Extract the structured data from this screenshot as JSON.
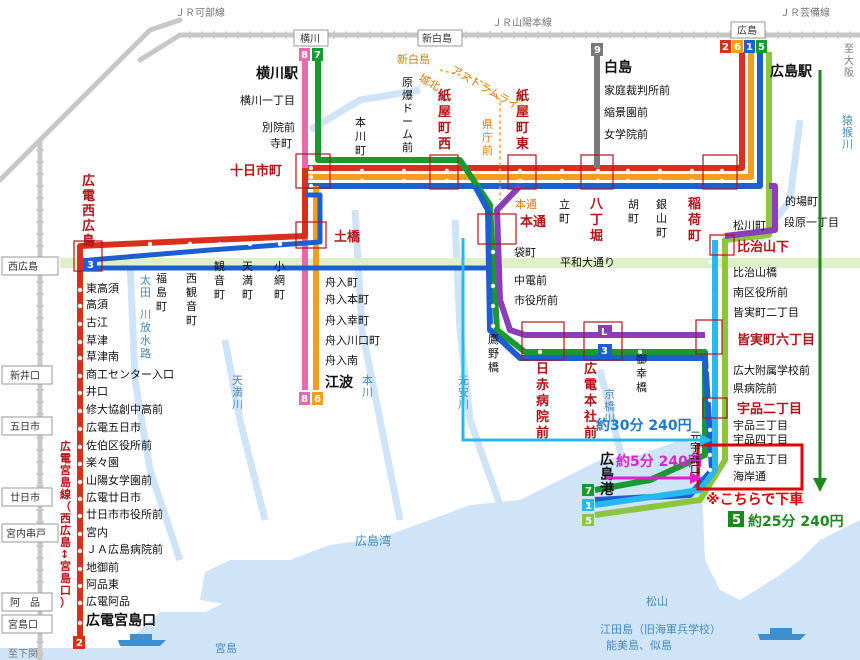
{
  "rail_labels": {
    "kabe": "ＪＲ可部線",
    "sanyo": "ＪＲ山陽本線",
    "geibi": "ＪＲ芸備線",
    "osaka_a": "至",
    "osaka_b": "大",
    "osaka_c": "阪",
    "shimonoseki": "至下関"
  },
  "boxes": {
    "yokogawa": "横川",
    "shinhakushima": "新白島",
    "hiroshima": "広島",
    "nishihiroshima": "西広島",
    "shinionokuchi": "新井口",
    "itsukaichi": "五日市",
    "hatsukaichi": "廿日市",
    "miyauchikushido": "宮内串戸",
    "ajina": "阿　品",
    "miyajimaguchi": "宮島口"
  },
  "route_badges": {
    "yokogawa_a": "8",
    "yokogawa_b": "7",
    "hakushima": "9",
    "hiroshima_a": "2",
    "hiroshima_b": "6",
    "hiroshima_c": "1",
    "hiroshima_d": "5",
    "nishi": "3",
    "eba_a": "8",
    "eba_b": "6",
    "bottom": "2",
    "port_a": "7",
    "port_b": "1",
    "port_c": "5",
    "honsha_L": "L",
    "honsha_3": "3",
    "five": "5"
  },
  "stations": {
    "yokogawa_eki": "横川駅",
    "yokogawa1": "横川一丁目",
    "betsuin_a": "別院前",
    "betsuin_b": "寺町",
    "tokaichi": "十日市町",
    "dobashi": "土橋",
    "genbaku_a": "原",
    "genbaku_b": "爆",
    "genbaku_c": "ド",
    "genbaku_d": "ー",
    "genbaku_e": "ム",
    "genbaku_f": "前",
    "hondori_a": "本",
    "hondori_b": "川",
    "hondori_c": "町",
    "kamiyanishi_a": "紙",
    "kamiyanishi_b": "屋",
    "kamiyanishi_c": "町",
    "kamiyanishi_d": "西",
    "kamiyahigashi_a": "紙",
    "kamiyahigashi_b": "屋",
    "kamiyahigashi_c": "町",
    "kamiyahigashi_d": "東",
    "hakushima": "白島",
    "katei": "家庭裁判所前",
    "shukkei": "縮景園前",
    "jogakuin": "女学院前",
    "hatchobori_a": "八",
    "hatchobori_b": "丁",
    "hatchobori_c": "堀",
    "tatemachi_a": "立",
    "tatemachi_b": "町",
    "ebisu_a": "胡",
    "ebisu_b": "町",
    "ginzan_a": "銀",
    "ginzan_b": "山",
    "ginzan_c": "町",
    "inari_a": "稲",
    "inari_b": "荷",
    "inari_c": "町",
    "hiroshima_eki": "広島駅",
    "matoba": "的場町",
    "danbara": "段原一丁目",
    "matsukawa": "松川町",
    "hijiyama": "比治山下",
    "hijiyamabashi": "比治山橋",
    "minamiku": "南区役所前",
    "minamimachi": "皆実町二丁目",
    "minamimachi6": "皆実町六丁目",
    "daifuzoku": "広大附属学校前",
    "kenbyoin": "県病院前",
    "ujina2": "宇品二丁目",
    "ujina3": "宇品三丁目",
    "ujina4": "宇品四丁目",
    "ujina5": "宇品五丁目",
    "kaigan": "海岸通",
    "hondori_st": "本通",
    "fukuromachi": "袋町",
    "chuden": "中電前",
    "shiyakusho": "市役所前",
    "takanobashi_a": "鷹",
    "takanobashi_b": "野",
    "takanobashi_c": "橋",
    "nisseki_a": "日",
    "nisseki_b": "赤",
    "nisseki_c": "病",
    "nisseki_d": "院",
    "nisseki_e": "前",
    "honsha_a": "広",
    "honsha_b": "電",
    "honsha_c": "本",
    "honsha_d": "社",
    "honsha_e": "前",
    "miyuki_a": "御",
    "miyuki_b": "幸",
    "miyuki_c": "橋",
    "funairi": "舟入町",
    "funairihon": "舟入本町",
    "funairisaiwai": "舟入幸町",
    "funairikawaguchi": "舟入川口町",
    "funairiminami": "舟入南",
    "eba": "江波",
    "fukushima_a": "福",
    "fukushima_b": "島",
    "fukushima_c": "町",
    "nishikan_a": "西",
    "nishikan_b": "観",
    "nishikan_c": "音",
    "nishikan_d": "町",
    "kannon_a": "観",
    "kannon_b": "音",
    "kannon_c": "町",
    "tenma_a": "天",
    "tenma_b": "満",
    "tenma_c": "町",
    "koami_a": "小",
    "koami_b": "網",
    "koami_c": "町",
    "nh_a": "広",
    "nh_b": "電",
    "nh_c": "西",
    "nh_d": "広",
    "nh_e": "島",
    "higashitakasu": "東高須",
    "takasu": "高須",
    "furue": "古江",
    "kusatsu": "草津",
    "kusatsuminami": "草津南",
    "shoko": "商工センター入口",
    "inokuchi": "井口",
    "shudo": "修大協創中高前",
    "den5": "広電五日市",
    "saeki": "佐伯区役所前",
    "rakurakuen": "楽々園",
    "sanyojo": "山陽女学園前",
    "den20": "広電廿日市",
    "hatsukaichi_shi": "廿日市市役所前",
    "miyauchi": "宮内",
    "ja": "ＪＡ広島病院前",
    "jigozen": "地御前",
    "ajinahigashi": "阿品東",
    "denajina": "広電阿品",
    "denmiyajima": "広電宮島口",
    "port_a": "広",
    "port_b": "島",
    "port_c": "港",
    "motoujina_a": "元",
    "motoujina_b": "宇",
    "motoujina_c": "品",
    "motoujina_d": "口"
  },
  "miyajima_line": [
    "広",
    "電",
    "宮",
    "島",
    "線",
    "（",
    "西",
    "広",
    "島",
    "↕",
    "宮",
    "島",
    "口",
    "）"
  ],
  "astram": {
    "shinhakushima": "新白島",
    "jonan": "城北",
    "name": "アストラムライン",
    "kencho_a": "県",
    "kencho_b": "庁",
    "kencho_c": "前",
    "hondori_label": "本通"
  },
  "areas": {
    "heiwa": "平和大通り",
    "hiroshimawan": "広島湾",
    "miyajima": "宮島",
    "matsuyama": "松山",
    "etajima": "江田島（旧海軍兵学校）",
    "nomi": "能美島、似島",
    "ota_a": "太",
    "ota_b": "田",
    "ota_c": "川",
    "ota_d": "放",
    "ota_e": "水",
    "ota_f": "路",
    "tenma_a": "天",
    "tenma_b": "満",
    "tenma_c": "川",
    "honkawa_a": "本",
    "honkawa_b": "川",
    "motoyasu_a": "元",
    "motoyasu_b": "安",
    "motoyasu_c": "川",
    "kyobashi_a": "京",
    "kyobashi_b": "橋",
    "kyobashi_c": "川",
    "enko_a": "猿",
    "enko_b": "猴",
    "enko_c": "川"
  },
  "callouts": {
    "time30": "約30分 240円",
    "time5": "約5分 240円",
    "time25": "約25分 240円",
    "getoff": "※こちらで下車"
  },
  "colors": {
    "red": "#d9301c",
    "orange": "#f0a020",
    "blue": "#1e5fd0",
    "green": "#1a9a2e",
    "lime": "#8cc63f",
    "pink": "#e46cae",
    "purple": "#8a3fb8",
    "cyan": "#28b8f0",
    "magenta": "#e020d0",
    "darkgreen": "#1a8a1a",
    "sea": "#cfe4f6",
    "rail": "#c8c8c8"
  }
}
